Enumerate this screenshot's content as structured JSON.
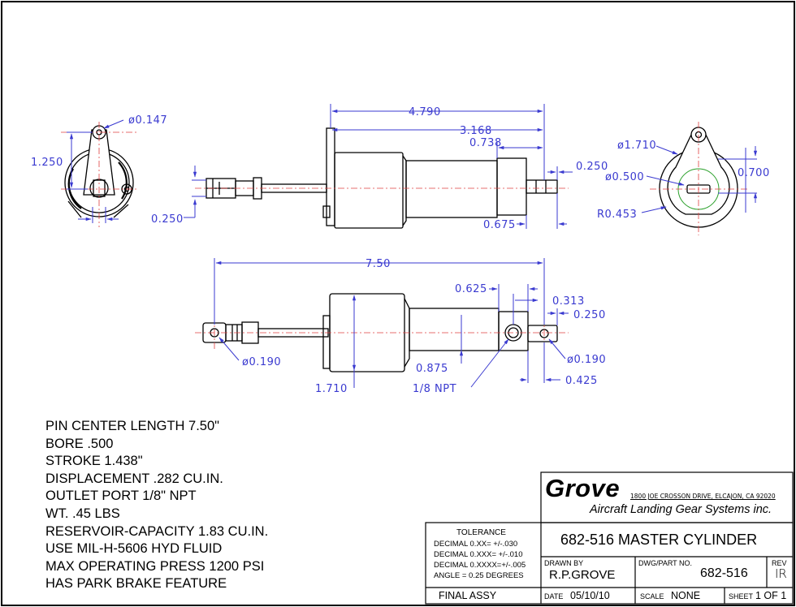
{
  "dimensions": {
    "end_view_left": {
      "pin_dia": "ø0.147",
      "height": "1.250",
      "width": "0.250"
    },
    "side_view_top": {
      "overall": "4.790",
      "d1": "3.168",
      "d2": "0.738",
      "d3": "0.250",
      "d4": "0.675"
    },
    "end_view_right": {
      "dia1": "ø1.710",
      "dia2": "ø0.500",
      "radius": "R0.453",
      "width": "0.700"
    },
    "side_view_bottom": {
      "overall": "7.50",
      "d_625": "0.625",
      "d_313": "0.313",
      "d_250": "0.250",
      "pin_dia_left": "ø0.190",
      "pin_dia_right": "ø0.190",
      "d_875": "0.875",
      "body_dia": "1.710",
      "port": "1/8 NPT",
      "d_425": "0.425"
    }
  },
  "specs": [
    "PIN CENTER LENGTH 7.50\"",
    "BORE .500",
    "STROKE 1.438\"",
    "DISPLACEMENT .282 CU.IN.",
    "OUTLET PORT 1/8\" NPT",
    "WT. .45 LBS",
    "RESERVOIR-CAPACITY  1.83 CU.IN.",
    "USE MIL-H-5606 HYD FLUID",
    "MAX OPERATING PRESS 1200 PSI",
    "HAS PARK BRAKE FEATURE"
  ],
  "title_block": {
    "logo": "Grove",
    "address": "1800 JOE CROSSON DRIVE, ELCAJON, CA 92020",
    "company": "Aircraft Landing Gear Systems inc.",
    "title": "682-516 MASTER CYLINDER",
    "tolerance_header": "TOLERANCE",
    "tolerances": [
      "DECIMAL 0.XX=  +/-.030",
      "DECIMAL 0.XXX= +/-.010",
      "DECIMAL 0.XXXX=+/-.005",
      "ANGLE = 0.25 DEGREES"
    ],
    "drawn_by_label": "DRAWN BY",
    "drawn_by": "R.P.GROVE",
    "part_no_label": "DWG/PART NO.",
    "part_no": "682-516",
    "rev_label": "REV",
    "rev": "IR",
    "final": "FINAL ASSY",
    "date_label": "DATE",
    "date": "05/10/10",
    "scale_label": "SCALE",
    "scale": "NONE",
    "sheet_label": "SHEET",
    "sheet": "1 OF 1"
  }
}
